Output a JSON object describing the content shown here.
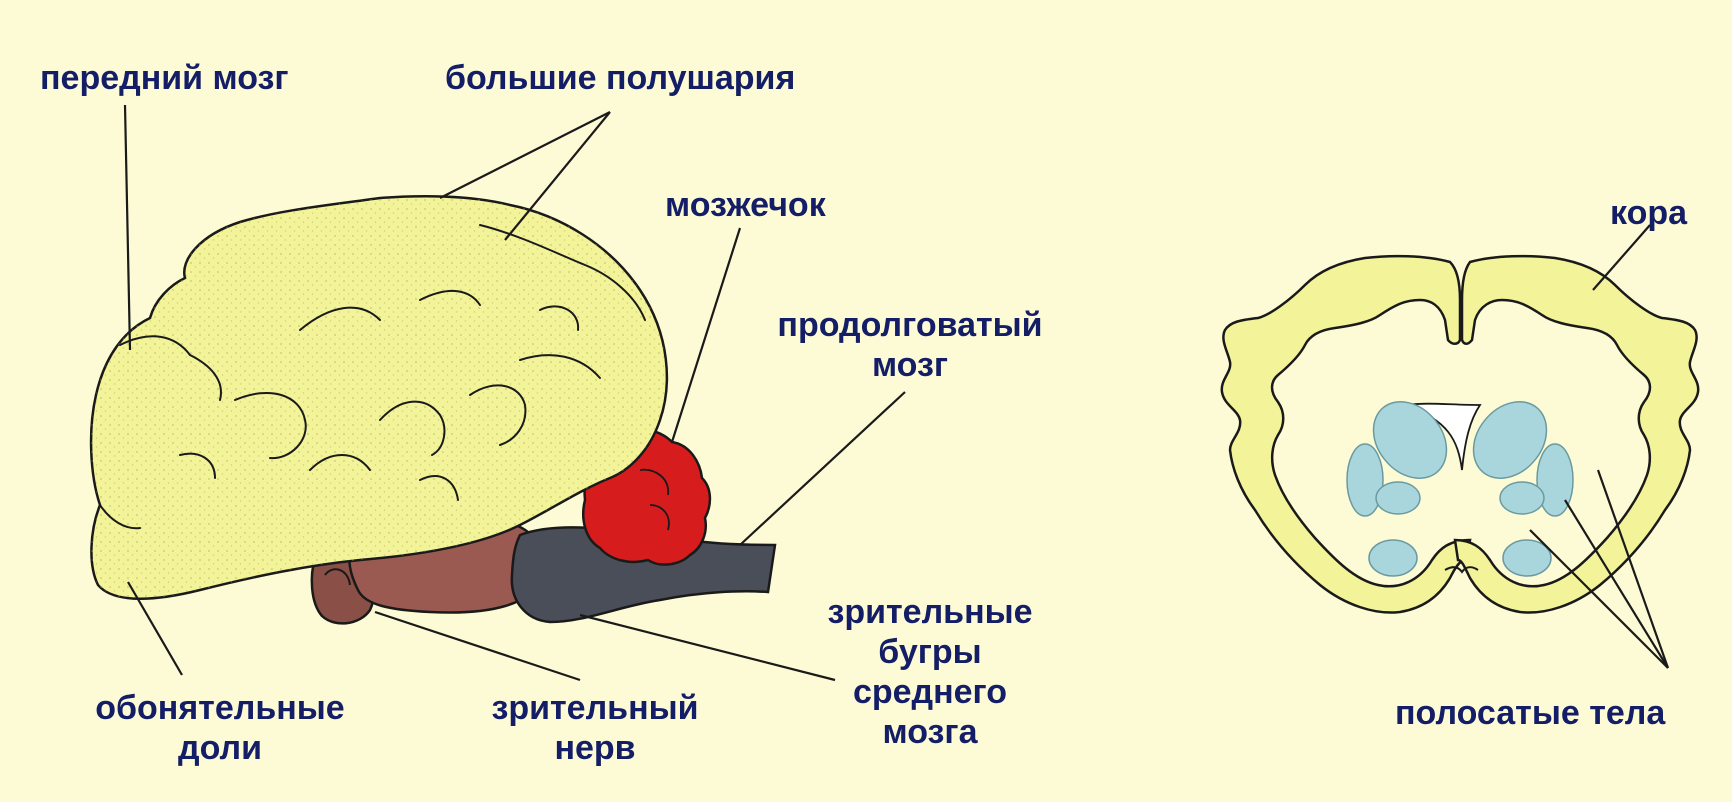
{
  "labels": {
    "forebrain": "передний мозг",
    "hemispheres": "большие полушария",
    "cerebellum": "мозжечок",
    "medulla_1": "продолговатый",
    "medulla_2": "мозг",
    "olfactory_1": "обонятельные",
    "olfactory_2": "доли",
    "optic_nerve_1": "зрительный",
    "optic_nerve_2": "нерв",
    "optic_lobes_1": "зрительные",
    "optic_lobes_2": "бугры",
    "optic_lobes_3": "среднего",
    "optic_lobes_4": "мозга",
    "cortex": "кора",
    "striatum": "полосатые тела"
  },
  "colors": {
    "background": "#fdfbd6",
    "hemisphere_fill": "#f3f39a",
    "cerebellum_fill": "#d61c1c",
    "medulla_fill": "#4a4e59",
    "midbrain_fill": "#9a5a52",
    "striatum_fill": "#a9d6dd",
    "label_text": "#141e66",
    "outline": "#1a1a1a"
  }
}
